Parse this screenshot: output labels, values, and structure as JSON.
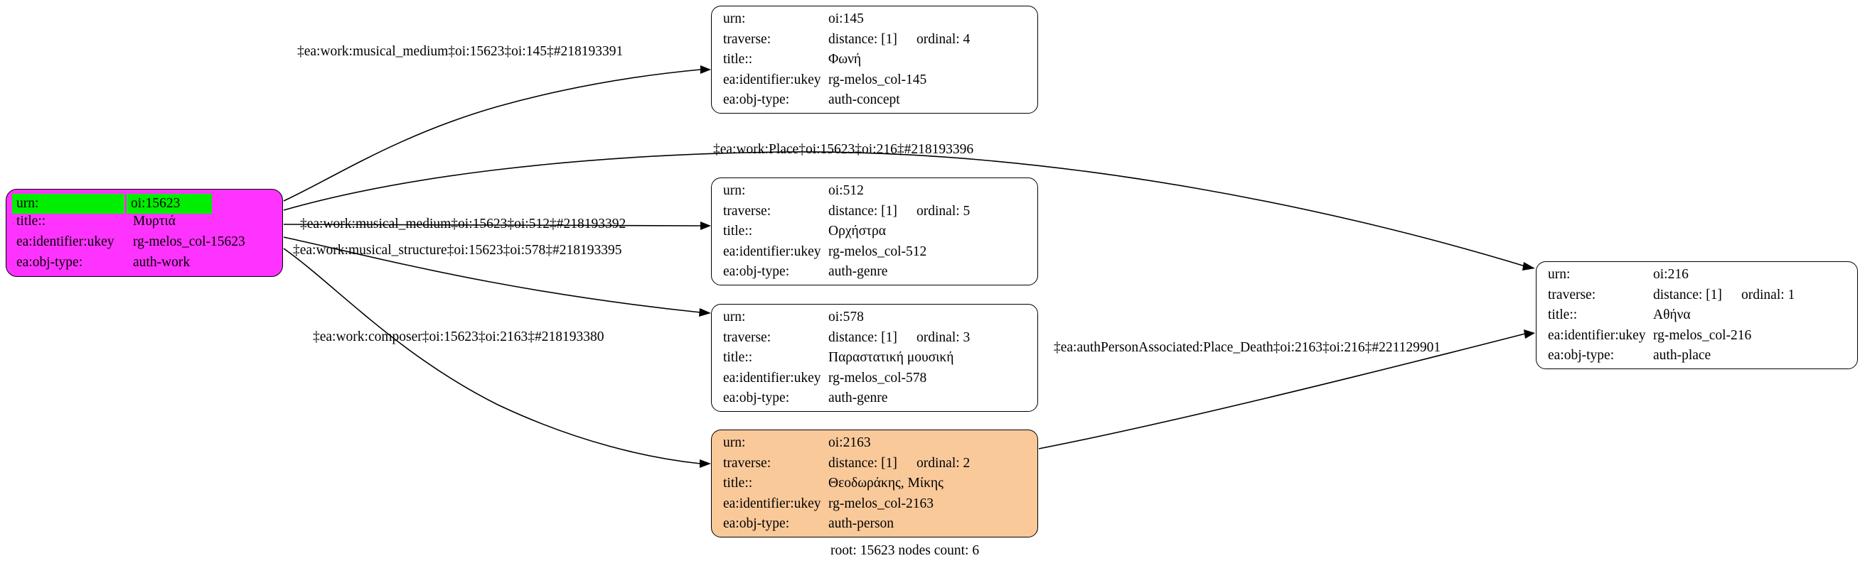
{
  "graph": {
    "caption": "root: 15623 nodes count: 6",
    "field_labels": {
      "urn": "urn:",
      "traverse": "traverse:",
      "title": "title::",
      "ukey": "ea:identifier:ukey",
      "objtype": "ea:obj-type:"
    },
    "colors": {
      "root_fill": "#ff33ff",
      "root_highlight": "#00ee00",
      "person_fill": "#fac99a",
      "default_fill": "#ffffff",
      "stroke": "#000000"
    },
    "nodes": [
      {
        "id": "root",
        "urn": "oi:15623",
        "traverse": null,
        "title": "Μυρτιά",
        "ukey": "rg-melos_col-15623",
        "objtype": "auth-work"
      },
      {
        "id": "n145",
        "urn": "oi:145",
        "traverse": {
          "distance": "distance: [1]",
          "ordinal": "ordinal: 4"
        },
        "title": "Φωνή",
        "ukey": "rg-melos_col-145",
        "objtype": "auth-concept"
      },
      {
        "id": "n512",
        "urn": "oi:512",
        "traverse": {
          "distance": "distance: [1]",
          "ordinal": "ordinal: 5"
        },
        "title": "Ορχήστρα",
        "ukey": "rg-melos_col-512",
        "objtype": "auth-genre"
      },
      {
        "id": "n578",
        "urn": "oi:578",
        "traverse": {
          "distance": "distance: [1]",
          "ordinal": "ordinal: 3"
        },
        "title": "Παραστατική μουσική",
        "ukey": "rg-melos_col-578",
        "objtype": "auth-genre"
      },
      {
        "id": "n2163",
        "urn": "oi:2163",
        "traverse": {
          "distance": "distance: [1]",
          "ordinal": "ordinal: 2"
        },
        "title": "Θεοδωράκης, Μίκης",
        "ukey": "rg-melos_col-2163",
        "objtype": "auth-person"
      },
      {
        "id": "n216",
        "urn": "oi:216",
        "traverse": {
          "distance": "distance: [1]",
          "ordinal": "ordinal: 1"
        },
        "title": "Αθήνα",
        "ukey": "rg-melos_col-216",
        "objtype": "auth-place"
      }
    ],
    "edges": [
      {
        "id": "e145",
        "label": "‡ea:work:musical_medium‡oi:15623‡oi:145‡#218193391"
      },
      {
        "id": "e216",
        "label": "‡ea:work:Place‡oi:15623‡oi:216‡#218193396"
      },
      {
        "id": "e512",
        "label": "‡ea:work:musical_medium‡oi:15623‡oi:512‡#218193392"
      },
      {
        "id": "e578",
        "label": "‡ea:work:musical_structure‡oi:15623‡oi:578‡#218193395"
      },
      {
        "id": "e2163",
        "label": "‡ea:work:composer‡oi:15623‡oi:2163‡#218193380"
      },
      {
        "id": "edeath",
        "label": "‡ea:authPersonAssociated:Place_Death‡oi:2163‡oi:216‡#221129901"
      }
    ]
  }
}
